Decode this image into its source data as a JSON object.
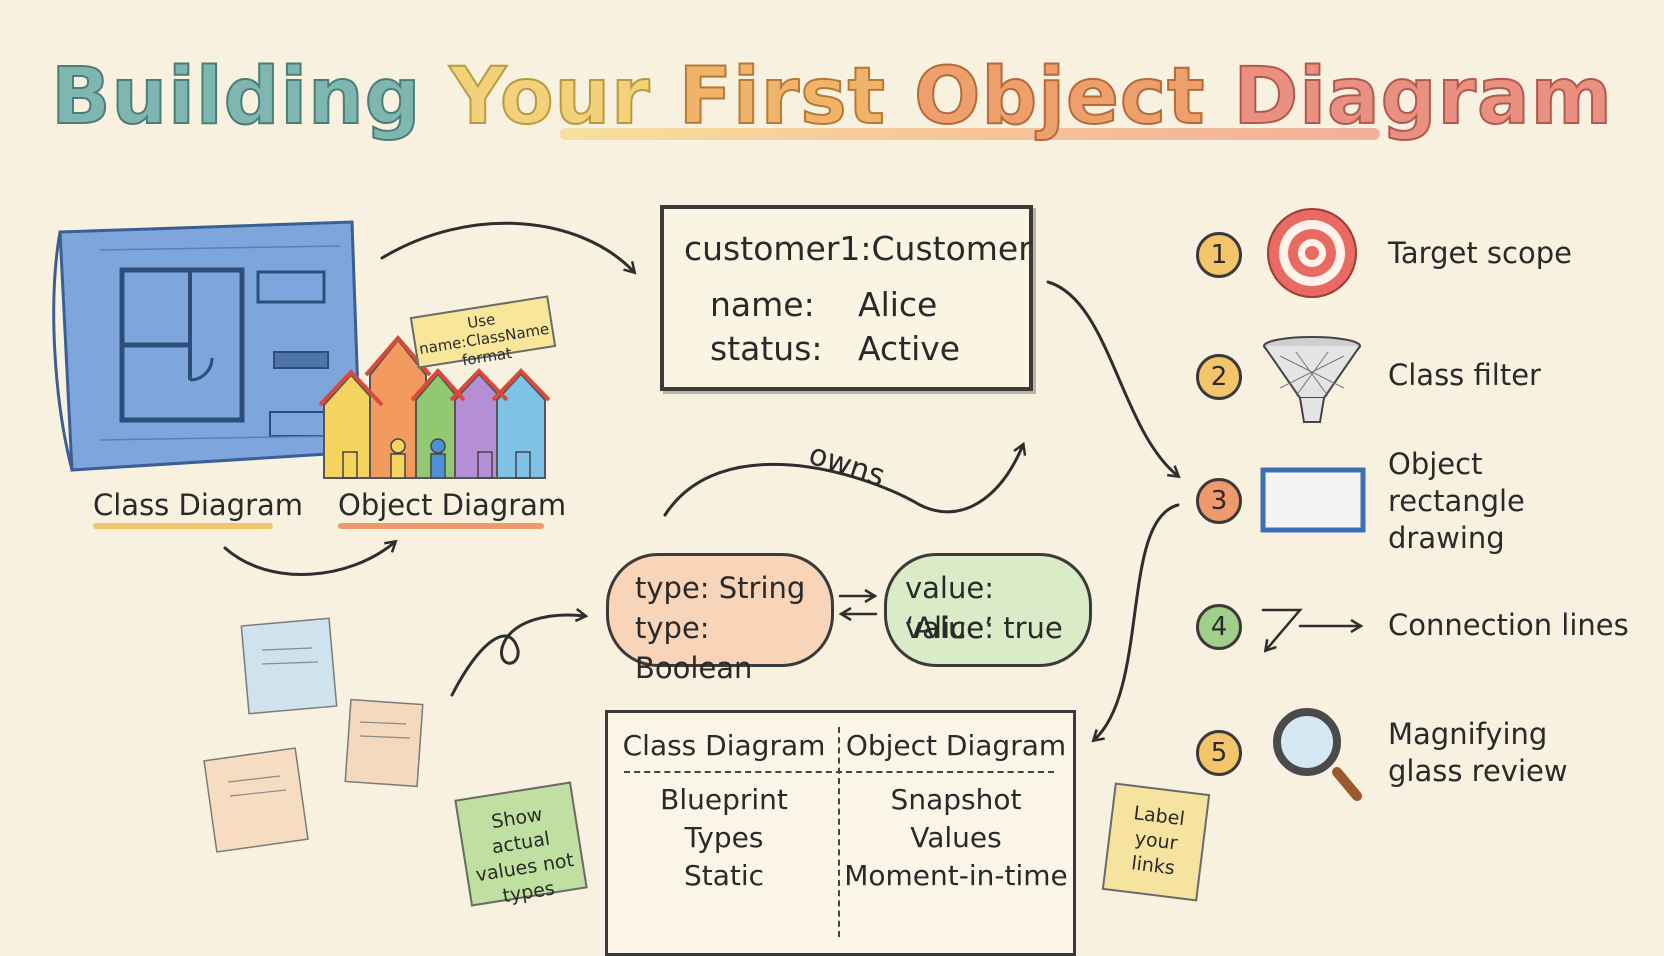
{
  "title": {
    "words": [
      "Building",
      "Your",
      "First",
      "Object",
      "Diagram"
    ]
  },
  "left": {
    "class_diagram_label": "Class Diagram",
    "object_diagram_label": "Object Diagram",
    "note": "Use name:ClassName format"
  },
  "object_box": {
    "header": "customer1:Customer",
    "rows": [
      {
        "key": "name:",
        "value": "Alice"
      },
      {
        "key": "status:",
        "value": "Active"
      }
    ]
  },
  "owns_label": "owns",
  "type_bubble": {
    "line1": "type: String",
    "line2": "type: Boolean"
  },
  "value_bubble": {
    "line1": "value: ‘Alice’",
    "line2": "value: true"
  },
  "comparison": {
    "headers": [
      "Class Diagram",
      "Object Diagram"
    ],
    "left": [
      "Blueprint",
      "Types",
      "Static"
    ],
    "right": [
      "Snapshot",
      "Values",
      "Moment-in-time"
    ]
  },
  "sticky_notes": {
    "green": "Show actual values not types",
    "yellow": "Label your links"
  },
  "steps": [
    {
      "num": "1",
      "label": "Target scope",
      "icon": "target-icon",
      "color": "#f3c56b"
    },
    {
      "num": "2",
      "label": "Class filter",
      "icon": "funnel-icon",
      "color": "#f3c56b"
    },
    {
      "num": "3",
      "label": "Object rectangle drawing",
      "icon": "rectangle-icon",
      "color": "#ee9a6c"
    },
    {
      "num": "4",
      "label": "Connection lines",
      "icon": "connection-lines-icon",
      "color": "#9fcf8a"
    },
    {
      "num": "5",
      "label": "Magnifying glass review",
      "icon": "magnifying-glass-icon",
      "color": "#f3c56b"
    }
  ]
}
